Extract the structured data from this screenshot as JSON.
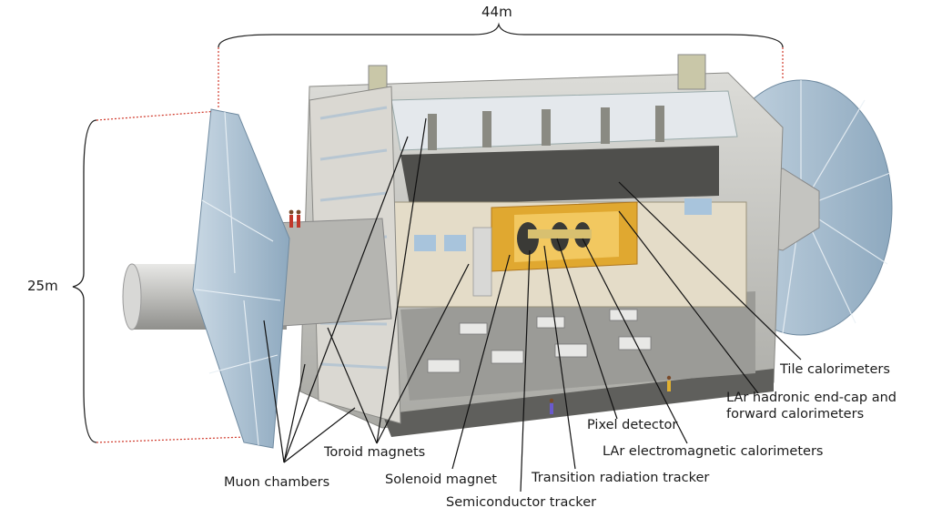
{
  "dimensions": {
    "length": "44m",
    "height": "25m"
  },
  "labels": {
    "tile": "Tile calorimeters",
    "lar_hadronic_1": "LAr hadronic end-cap and",
    "lar_hadronic_2": "forward calorimeters",
    "pixel": "Pixel detector",
    "lar_em": "LAr electromagnetic calorimeters",
    "toroid": "Toroid magnets",
    "muon": "Muon chambers",
    "solenoid": "Solenoid magnet",
    "trt": "Transition radiation tracker",
    "sct": "Semiconductor tracker"
  },
  "colors": {
    "muon_blue": "#aec4d6",
    "steel": "#c8c8c4",
    "calorimeter_gold": "#e0a830",
    "leader": "#111111",
    "dim_red": "#d0392b"
  }
}
